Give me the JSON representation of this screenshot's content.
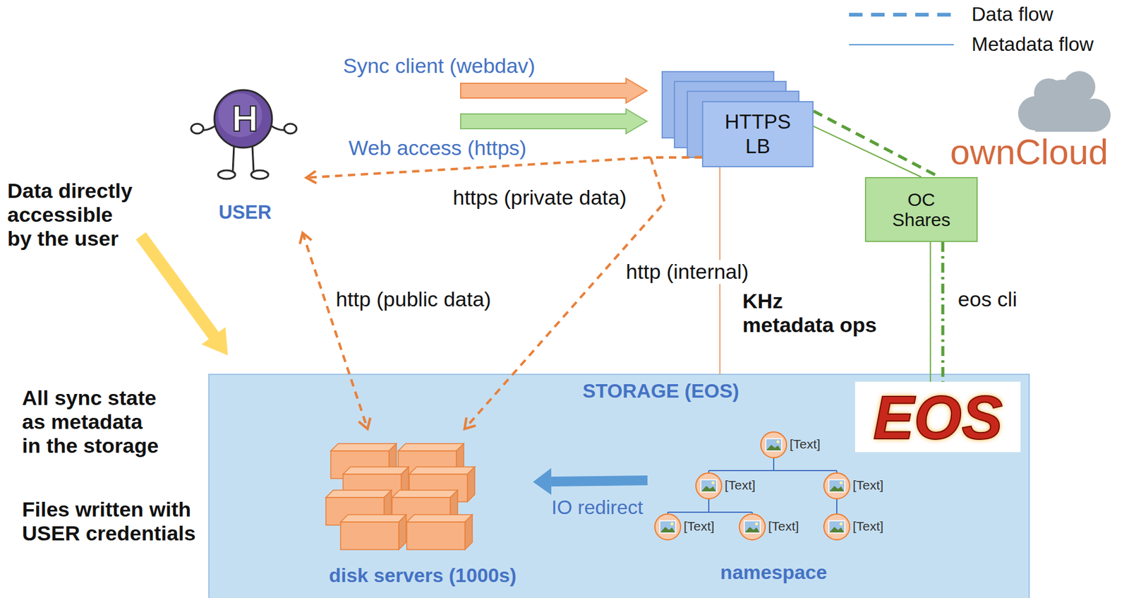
{
  "diagram": {
    "nodes": [
      {
        "text": [
          "H",
          "USER"
        ]
      },
      {
        "text": [
          "HTTPS LB"
        ]
      },
      {
        "text": [
          "OC Shares"
        ]
      },
      {
        "text": [
          "STORAGE (EOS)"
        ]
      },
      {
        "text": [
          "disk servers (1000s)"
        ],
        "in": 3
      },
      {
        "text": [
          "namespace"
        ],
        "in": 3
      },
      {
        "text": [
          "EOS"
        ],
        "in": 3
      }
    ],
    "edges": [
      {
        "from": 1,
        "to": 0,
        "arrow": "to",
        "label": "https (private data)"
      },
      {
        "from": 1,
        "to": 4,
        "arrow": "to",
        "label": "http (internal)"
      },
      {
        "from": 0,
        "to": 4,
        "arrow": "both",
        "label": "http (public data)"
      },
      {
        "from": 1,
        "to": 3,
        "arrow": "none",
        "label": "KHz metadata ops"
      },
      {
        "from": 1,
        "to": 2,
        "arrow": "none"
      },
      {
        "from": 1,
        "to": 2,
        "arrow": "none"
      },
      {
        "from": 2,
        "to": 6,
        "arrow": "none"
      },
      {
        "from": 2,
        "to": 6,
        "arrow": "none",
        "label": "eos cli"
      },
      {
        "from": 5,
        "to": 4,
        "arrow": "to",
        "label": "IO redirect"
      }
    ],
    "labels": [
      "Sync client (webdav)",
      "Web access (https)",
      "ownCloud",
      "Data directly accessible by the user",
      "All sync state as metadata in the storage",
      "Files written with USER credentials",
      "[Text]",
      "[Text]",
      "[Text]",
      "[Text]",
      "[Text]",
      "[Text]"
    ],
    "legend": [
      {
        "text": "Data flow"
      },
      {
        "text": "Metadata flow"
      }
    ]
  }
}
